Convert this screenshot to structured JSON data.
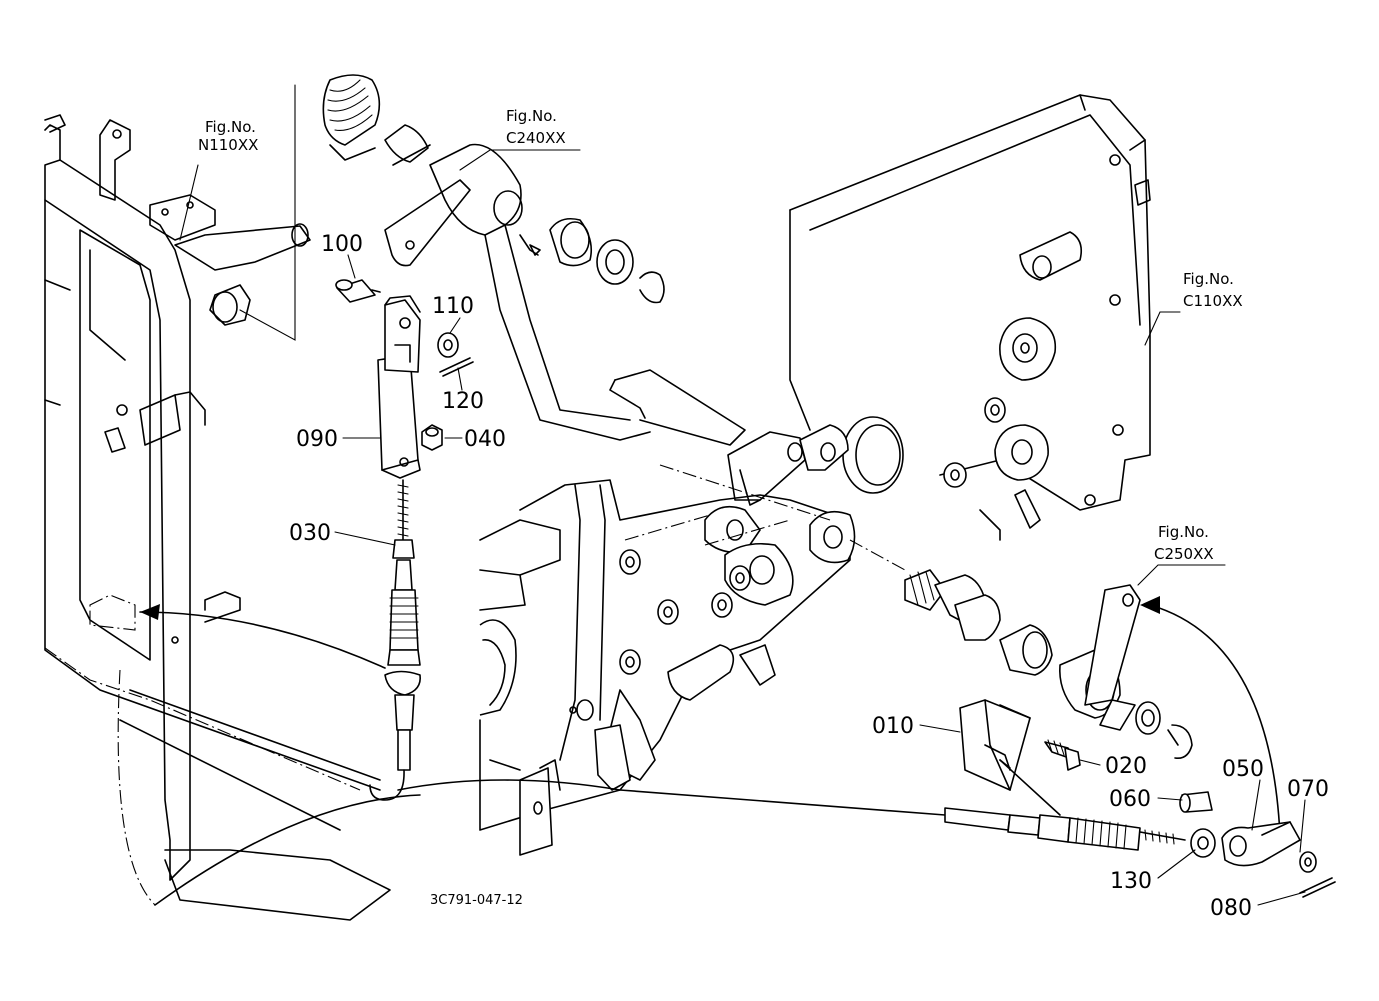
{
  "diagram_code": "3C791-047-12",
  "figure_refs": [
    {
      "id": "N110",
      "line1": "Fig.No.",
      "line2": "N110XX"
    },
    {
      "id": "C240",
      "line1": "Fig.No.",
      "line2": "C240XX"
    },
    {
      "id": "C110",
      "line1": "Fig.No.",
      "line2": "C110XX"
    },
    {
      "id": "C250",
      "line1": "Fig.No.",
      "line2": "C250XX"
    }
  ],
  "part_labels": [
    "010",
    "020",
    "030",
    "040",
    "050",
    "060",
    "070",
    "080",
    "090",
    "100",
    "110",
    "120",
    "130"
  ]
}
